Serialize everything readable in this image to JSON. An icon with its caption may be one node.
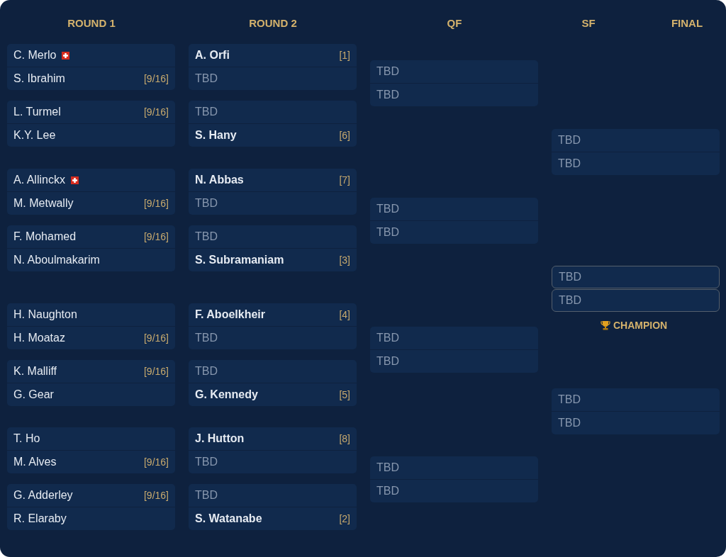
{
  "diagram": {
    "nodes": [
      {
        "text": [
          "C. Merlo"
        ]
      },
      {
        "text": [
          "S. Ibrahim",
          "[9/16]"
        ]
      },
      {
        "text": [
          "L. Turmel",
          "[9/16]"
        ]
      },
      {
        "text": [
          "K.Y. Lee"
        ]
      },
      {
        "text": [
          "A. Allinckx"
        ]
      },
      {
        "text": [
          "M. Metwally",
          "[9/16]"
        ]
      },
      {
        "text": [
          "F. Mohamed",
          "[9/16]"
        ]
      },
      {
        "text": [
          "N. Aboulmakarim"
        ]
      },
      {
        "text": [
          "H. Naughton"
        ]
      },
      {
        "text": [
          "H. Moataz",
          "[9/16]"
        ]
      },
      {
        "text": [
          "K. Malliff",
          "[9/16]"
        ]
      },
      {
        "text": [
          "G. Gear"
        ]
      },
      {
        "text": [
          "T. Ho"
        ]
      },
      {
        "text": [
          "M. Alves",
          "[9/16]"
        ]
      },
      {
        "text": [
          "G. Adderley",
          "[9/16]"
        ]
      },
      {
        "text": [
          "R. Elaraby"
        ]
      },
      {
        "text": [
          "A. Orfi",
          "[1]"
        ]
      },
      {
        "text": [
          "TBD"
        ]
      },
      {
        "text": [
          "TBD"
        ]
      },
      {
        "text": [
          "S. Hany",
          "[6]"
        ]
      },
      {
        "text": [
          "N. Abbas",
          "[7]"
        ]
      },
      {
        "text": [
          "TBD"
        ]
      },
      {
        "text": [
          "TBD"
        ]
      },
      {
        "text": [
          "S. Subramaniam",
          "[3]"
        ]
      },
      {
        "text": [
          "F. Aboelkheir",
          "[4]"
        ]
      },
      {
        "text": [
          "TBD"
        ]
      },
      {
        "text": [
          "TBD"
        ]
      },
      {
        "text": [
          "G. Kennedy",
          "[5]"
        ]
      },
      {
        "text": [
          "J. Hutton",
          "[8]"
        ]
      },
      {
        "text": [
          "TBD"
        ]
      },
      {
        "text": [
          "TBD"
        ]
      },
      {
        "text": [
          "S. Watanabe",
          "[2]"
        ]
      },
      {
        "text": [
          "TBD"
        ]
      },
      {
        "text": [
          "TBD"
        ]
      },
      {
        "text": [
          "TBD"
        ]
      },
      {
        "text": [
          "TBD"
        ]
      },
      {
        "text": [
          "TBD"
        ]
      },
      {
        "text": [
          "TBD"
        ]
      },
      {
        "text": [
          "TBD"
        ]
      },
      {
        "text": [
          "TBD"
        ]
      },
      {
        "text": [
          "TBD"
        ]
      },
      {
        "text": [
          "TBD"
        ]
      },
      {
        "text": [
          "TBD"
        ]
      },
      {
        "text": [
          "TBD"
        ]
      },
      {
        "text": [
          "TBD"
        ]
      },
      {
        "text": [
          "TBD"
        ]
      }
    ],
    "labels": [
      "ROUND 1",
      "ROUND 2",
      "QF",
      "SF",
      "FINAL",
      "CHAMPION"
    ]
  }
}
